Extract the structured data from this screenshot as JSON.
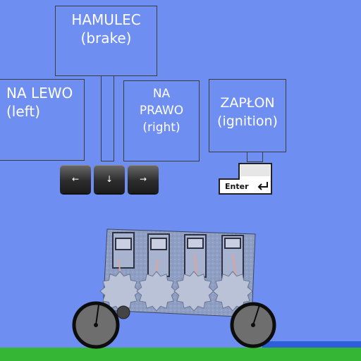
{
  "callouts": {
    "brake": {
      "line1": "HAMULEC",
      "line2": "(brake)"
    },
    "left": {
      "line1": "NA LEWO",
      "line2": "(left)"
    },
    "right": {
      "line1": "NA",
      "line2": "PRAWO",
      "line3": "(right)"
    },
    "ignition": {
      "line1": "ZAPŁON",
      "line2": "(ignition)"
    }
  },
  "keys": {
    "left_arrow": "←",
    "down_arrow": "↓",
    "right_arrow": "→",
    "enter_label": "Enter"
  },
  "icons": [
    "left-arrow-key-icon",
    "down-arrow-key-icon",
    "right-arrow-key-icon",
    "enter-key-icon"
  ],
  "colors": {
    "sky": "#6f8ef2",
    "ground": "#35b735",
    "water": "#2f5fd8",
    "text": "#ffffff"
  }
}
